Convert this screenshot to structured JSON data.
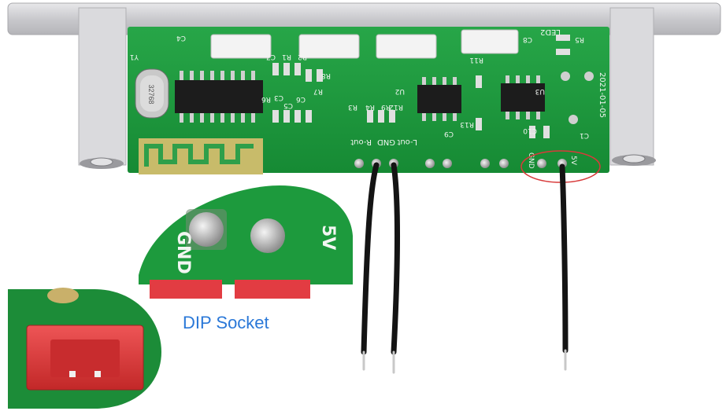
{
  "board": {
    "date_code": "2021-01-05",
    "led_label": "LED2",
    "crystal_marking": "32768",
    "pin_labels": {
      "r_out": "R-out",
      "gnd": "GND",
      "l_out": "L-out",
      "gnd_power": "GND",
      "five_v": "5V"
    },
    "component_labels": [
      "C4",
      "C7",
      "R1",
      "R2",
      "C5",
      "R6",
      "R7",
      "R8",
      "C6",
      "R3",
      "R4",
      "R9",
      "R12",
      "U2",
      "U3",
      "C9",
      "C10",
      "R13",
      "R11",
      "C1",
      "R5",
      "C8",
      "Y1",
      "C3"
    ]
  },
  "zoom": {
    "gnd_label": "GND",
    "five_v_label": "5V"
  },
  "socket_caption": "DIP Socket",
  "colors": {
    "pcb_green": "#1f9a3c",
    "silkscreen": "#f2f6f2",
    "caption_blue": "#2a78d8",
    "socket_red": "#d8383a"
  }
}
